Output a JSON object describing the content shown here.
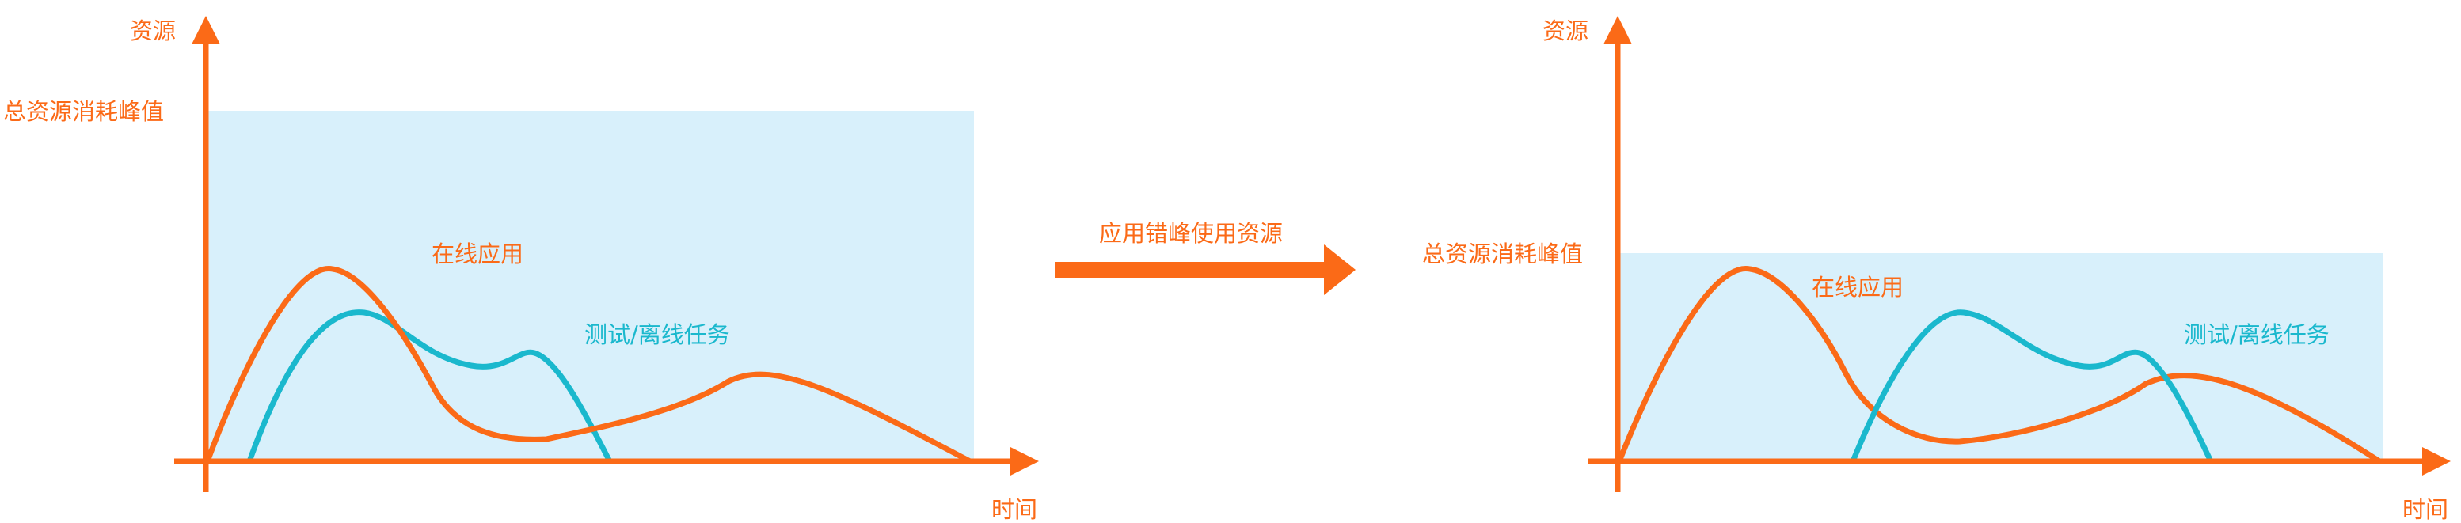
{
  "colors": {
    "axis": "#fb6a17",
    "online_curve": "#fb6a17",
    "offline_curve": "#1ab8cd",
    "resource_area": "#d8f0fb",
    "arrow": "#fb6a17",
    "label_orange": "#fb6a17",
    "label_cyan": "#1ab8cd"
  },
  "left_panel": {
    "y_axis_label": "资源",
    "x_axis_label": "时间",
    "peak_label": "总资源消耗峰值",
    "online_label": "在线应用",
    "offline_label": "测试/离线任务"
  },
  "middle": {
    "arrow_label": "应用错峰使用资源"
  },
  "right_panel": {
    "y_axis_label": "资源",
    "x_axis_label": "时间",
    "peak_label": "总资源消耗峰值",
    "online_label": "在线应用",
    "offline_label": "测试/离线任务"
  }
}
